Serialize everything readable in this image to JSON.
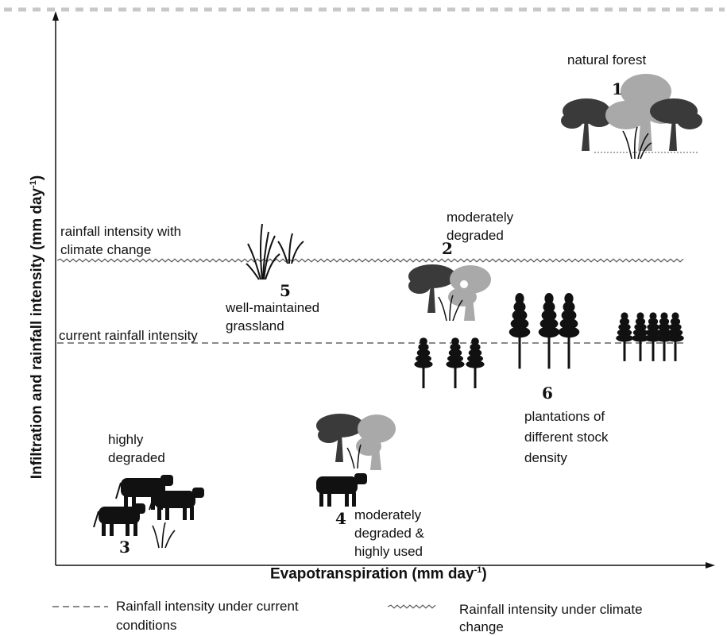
{
  "axes": {
    "y_label": "Infiltration and rainfall intensity (mm day",
    "y_sup": "-1",
    "y_close": ")",
    "x_label": "Evapotranspiration (mm day",
    "x_sup": "-1",
    "x_close": ")"
  },
  "lines": {
    "climate_change_label_1": "rainfall intensity with",
    "climate_change_label_2": "climate change",
    "current_label": "current rainfall intensity"
  },
  "scenarios": [
    {
      "num": "1",
      "lines": [
        "natural forest"
      ]
    },
    {
      "num": "2",
      "lines": [
        "moderately",
        "degraded"
      ]
    },
    {
      "num": "3",
      "lines": [
        "highly",
        "degraded"
      ]
    },
    {
      "num": "4",
      "lines": [
        "moderately",
        "degraded &",
        "highly used"
      ]
    },
    {
      "num": "5",
      "lines": [
        "well-maintained",
        "grassland"
      ]
    },
    {
      "num": "6",
      "lines": [
        "plantations of",
        "different stock",
        "density"
      ]
    }
  ],
  "legend": {
    "current": [
      "Rainfall intensity under current",
      "conditions"
    ],
    "climate": [
      "Rainfall intensity under climate",
      "change"
    ]
  },
  "colors": {
    "dark_tree": "#3a3a3a",
    "light_tree": "#a9a9a9",
    "ink": "#111111",
    "border": "#c8c8c8"
  }
}
